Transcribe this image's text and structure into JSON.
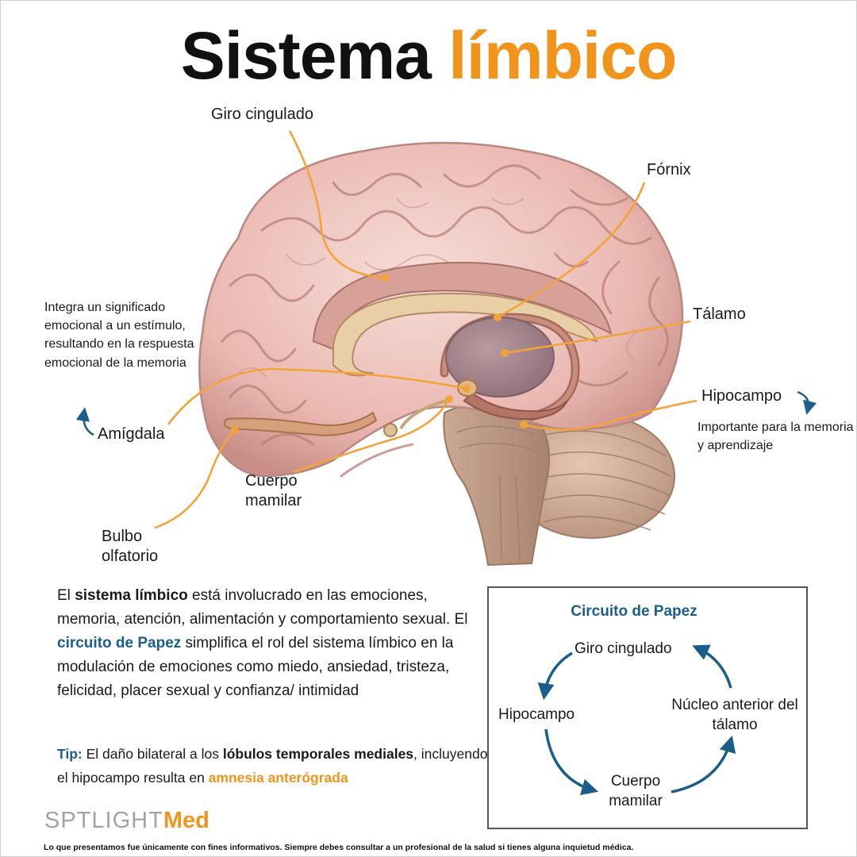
{
  "title": {
    "part1": "Sistema",
    "part2": "límbico"
  },
  "labels": {
    "giro_cingulado": "Giro cingulado",
    "fornix": "Fórnix",
    "talamo": "Tálamo",
    "hipocampo": "Hipocampo",
    "hipocampo_note": "Importante para la memoria y aprendizaje",
    "amigdala": "Amígdala",
    "amigdala_note": "Integra un significado emocional a un estímulo, resultando en la respuesta emocional de la memoria",
    "cuerpo_mamilar": "Cuerpo mamilar",
    "bulbo_olfatorio": "Bulbo olfatorio"
  },
  "body": {
    "p1_a": "El ",
    "p1_b": "sistema límbico",
    "p1_c": " está involucrado en las emociones, memoria, atención, alimentación y comportamiento sexual. El ",
    "p1_d": "circuito de Papez",
    "p1_e": " simplifica el rol del sistema límbico en la modulación de emociones como miedo, ansiedad, tristeza, felicidad, placer sexual y confianza/ intimidad"
  },
  "tip": {
    "label": "Tip:",
    "t1": " El daño bilateral a los ",
    "t2": "lóbulos temporales mediales",
    "t3": ", incluyendo el hipocampo resulta en ",
    "t4": "amnesia anterógrada"
  },
  "papez": {
    "title": "Circuito de Papez",
    "n1": "Giro cingulado",
    "n2": "Núcleo anterior del tálamo",
    "n3": "Cuerpo mamilar",
    "n4": "Hipocampo"
  },
  "logo": {
    "a": "SP",
    "b": "TLIGHT",
    "c": "Med"
  },
  "disclaimer": "Lo que presentamos fue únicamente con fines informativos. Siempre debes consultar a un profesional de la salud si tienes alguna inquietud médica.",
  "colors": {
    "accent": "#f0941c",
    "blue": "#1b5e8c",
    "leader": "#f2a43a",
    "brain": "#eec7c2"
  }
}
